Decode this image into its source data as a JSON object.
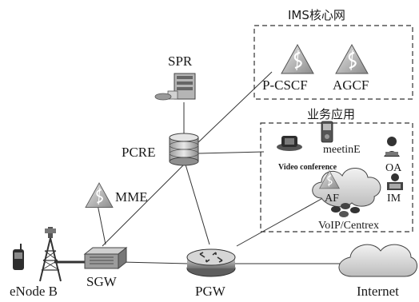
{
  "groups": {
    "ims_core": "IMS核心网",
    "business_apps": "业务应用"
  },
  "nodes": {
    "spr": "SPR",
    "pcrf": "PCRE",
    "mme": "MME",
    "sgw": "SGW",
    "pgw": "PGW",
    "enodeb": "eNode B",
    "internet": "Internet",
    "pcscf": "P-CSCF",
    "agcf": "AGCF",
    "meetine": "meetinE",
    "video": "Video conference",
    "oa": "OA",
    "af": "AF",
    "im": "IM",
    "voip": "VoIP/Centrex"
  }
}
